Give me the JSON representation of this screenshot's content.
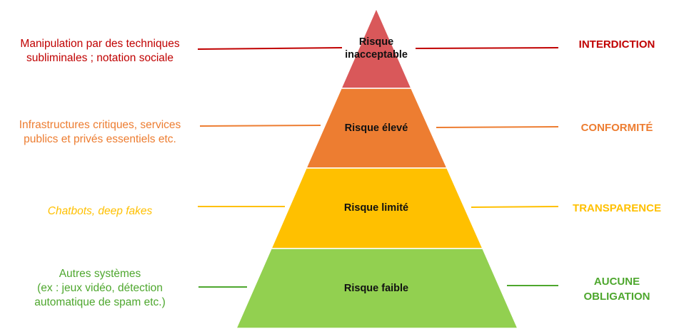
{
  "tiers": [
    {
      "label": "Risque\ninacceptable",
      "color": "#d9585a",
      "description": "Manipulation par des techniques\nsubliminales ; notation sociale",
      "description_color": "#c00000",
      "description_italic": false,
      "obligation": "INTERDICTION",
      "obligation_color": "#c00000"
    },
    {
      "label": "Risque élevé",
      "color": "#ed7d31",
      "description": "Infrastructures critiques, services\npublics et privés essentiels etc.",
      "description_color": "#ed7d31",
      "description_italic": false,
      "obligation": "CONFORMITÉ",
      "obligation_color": "#ed7d31"
    },
    {
      "label": "Risque limité",
      "color": "#ffc000",
      "description": "Chatbots, deep fakes",
      "description_color": "#ffc000",
      "description_italic": true,
      "obligation": "TRANSPARENCE",
      "obligation_color": "#ffc000"
    },
    {
      "label": "Risque faible",
      "color": "#92d050",
      "description": "Autres systèmes\n(ex : jeux vidéo, détection\nautomatique de spam etc.)",
      "description_color": "#4ea72e",
      "description_italic": false,
      "obligation": "AUCUNE\nOBLIGATION",
      "obligation_color": "#4ea72e"
    }
  ]
}
